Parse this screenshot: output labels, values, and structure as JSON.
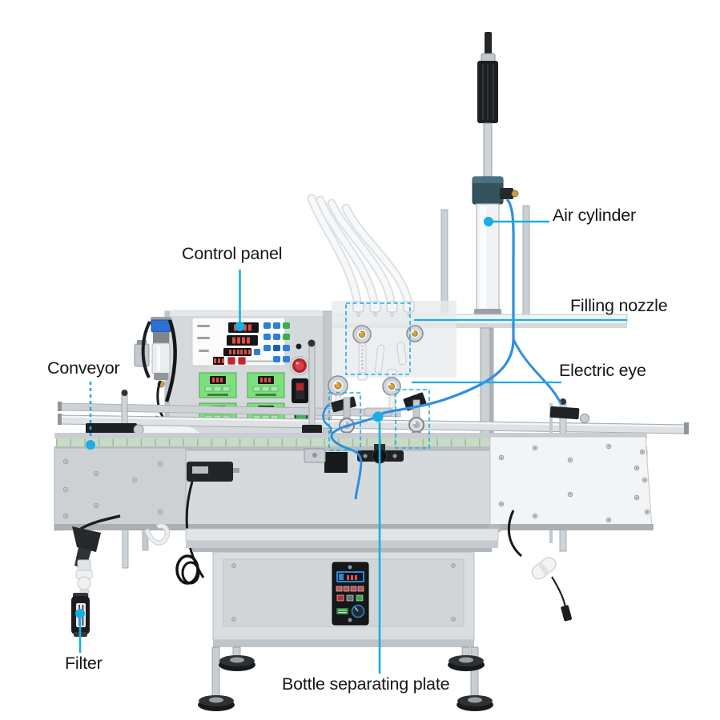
{
  "annotations": {
    "accent_color": "#1bade5",
    "text_color": "#161616",
    "items": [
      {
        "id": "control-panel",
        "text": "Control panel"
      },
      {
        "id": "air-cylinder",
        "text": "Air cylinder"
      },
      {
        "id": "filling-nozzle",
        "text": "Filling nozzle"
      },
      {
        "id": "conveyor",
        "text": "Conveyor"
      },
      {
        "id": "electric-eye",
        "text": "Electric eye"
      },
      {
        "id": "filter",
        "text": "Filter"
      },
      {
        "id": "bottle-separating-plate",
        "text": "Bottle separating plate"
      }
    ]
  },
  "machine": {
    "colors": {
      "emergency_stop_button": "#b3242b",
      "start_button": "#3cb54a",
      "panel_buttons_blue": "#2e7fd8",
      "panel_buttons_green": "#36b04a",
      "timer_module_background": "#7ce07e",
      "led_digits": "#e34a40",
      "pneumatic_tube": "#2f8ee2",
      "cylinder_cap": "#33525c"
    }
  }
}
